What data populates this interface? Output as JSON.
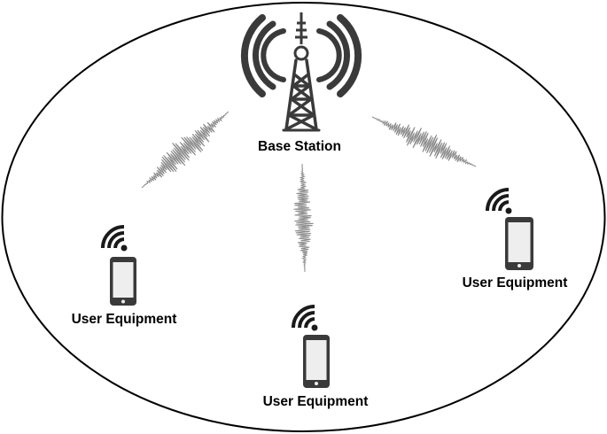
{
  "base_station": {
    "label": "Base Station",
    "icon": "cell-tower-icon"
  },
  "user_equipment": [
    {
      "label": "User Equipment",
      "icon": "smartphone-icon",
      "signal_icon": "wifi-signal-icon"
    },
    {
      "label": "User Equipment",
      "icon": "smartphone-icon",
      "signal_icon": "wifi-signal-icon"
    },
    {
      "label": "User Equipment",
      "icon": "smartphone-icon",
      "signal_icon": "wifi-signal-icon"
    }
  ],
  "colors": {
    "stroke": "#000000",
    "icon_fill": "#3a3a3a",
    "screen_fill": "#eeeeee",
    "signal_wave": "#8a8a8a"
  }
}
